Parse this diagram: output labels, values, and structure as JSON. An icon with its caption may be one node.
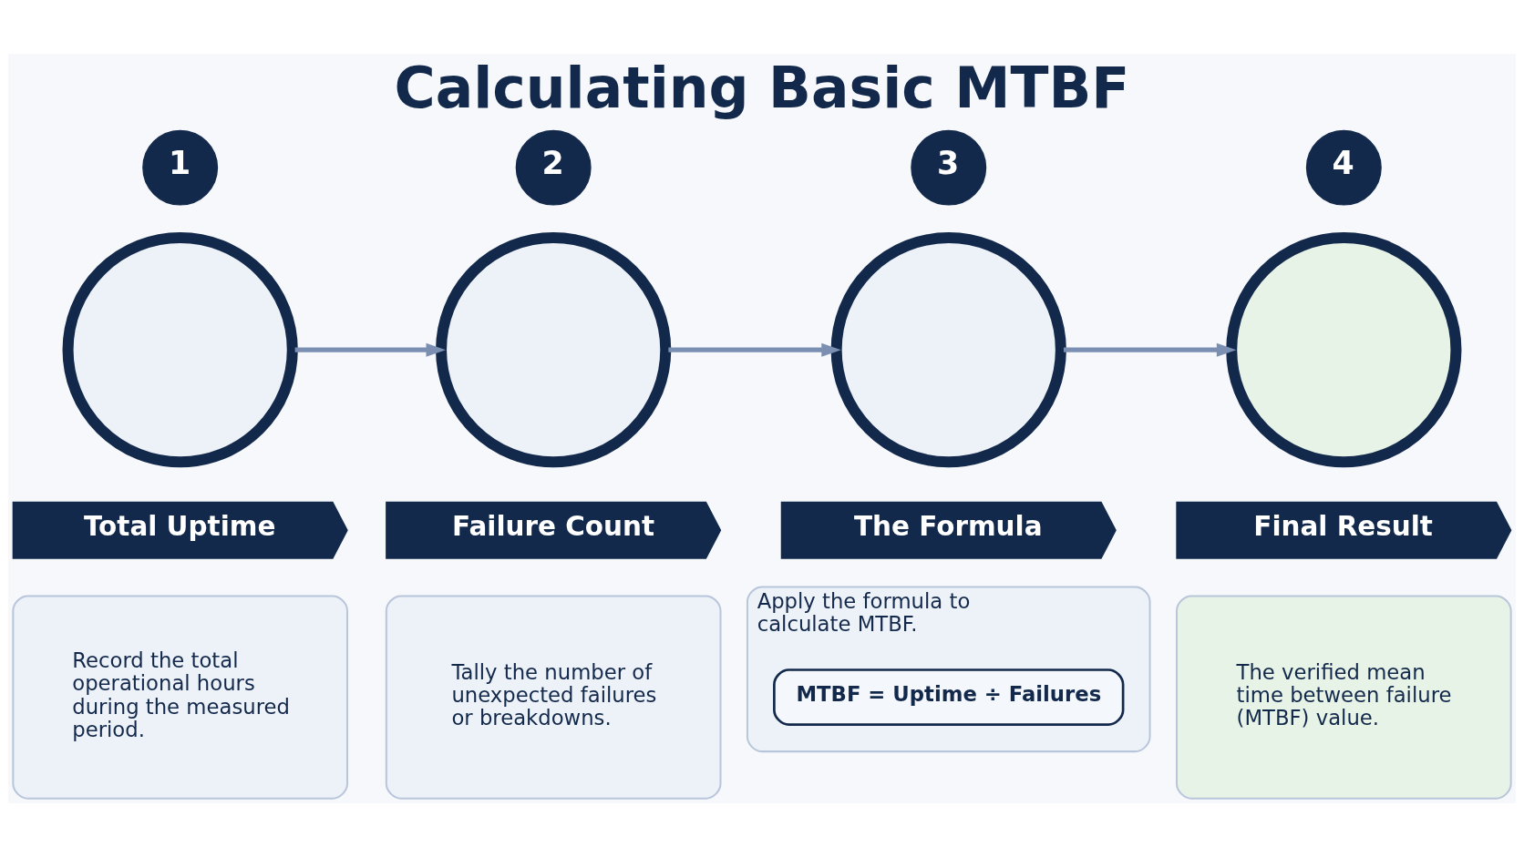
{
  "diagram": {
    "title": "Calculating Basic MTBF",
    "nodes": [
      {
        "text": [
          "1"
        ]
      },
      {
        "text": [],
        "shape": "circle"
      },
      {
        "text": [
          "Total Uptime"
        ]
      },
      {
        "text": [
          "Record the total operational hours during the measured period."
        ]
      },
      {
        "text": [
          "2"
        ]
      },
      {
        "text": [],
        "shape": "circle"
      },
      {
        "text": [
          "Failure Count"
        ]
      },
      {
        "text": [
          "Tally the number of unexpected failures or breakdowns."
        ]
      },
      {
        "text": [
          "3"
        ]
      },
      {
        "text": [],
        "shape": "circle"
      },
      {
        "text": [
          "The Formula"
        ]
      },
      {
        "text": [
          "Apply the formula to calculate MTBF."
        ]
      },
      {
        "text": [
          "MTBF = Uptime ÷ Failures"
        ],
        "in": 11
      },
      {
        "text": [
          "4"
        ]
      },
      {
        "text": [],
        "shape": "circle"
      },
      {
        "text": [
          "Final Result"
        ]
      },
      {
        "text": [
          "The verified mean time between failure (MTBF) value."
        ]
      }
    ],
    "edges": [
      {
        "from": 1,
        "to": 5,
        "arrow": "to"
      },
      {
        "from": 5,
        "to": 9,
        "arrow": "to"
      },
      {
        "from": 9,
        "to": 14,
        "arrow": "to"
      }
    ]
  }
}
